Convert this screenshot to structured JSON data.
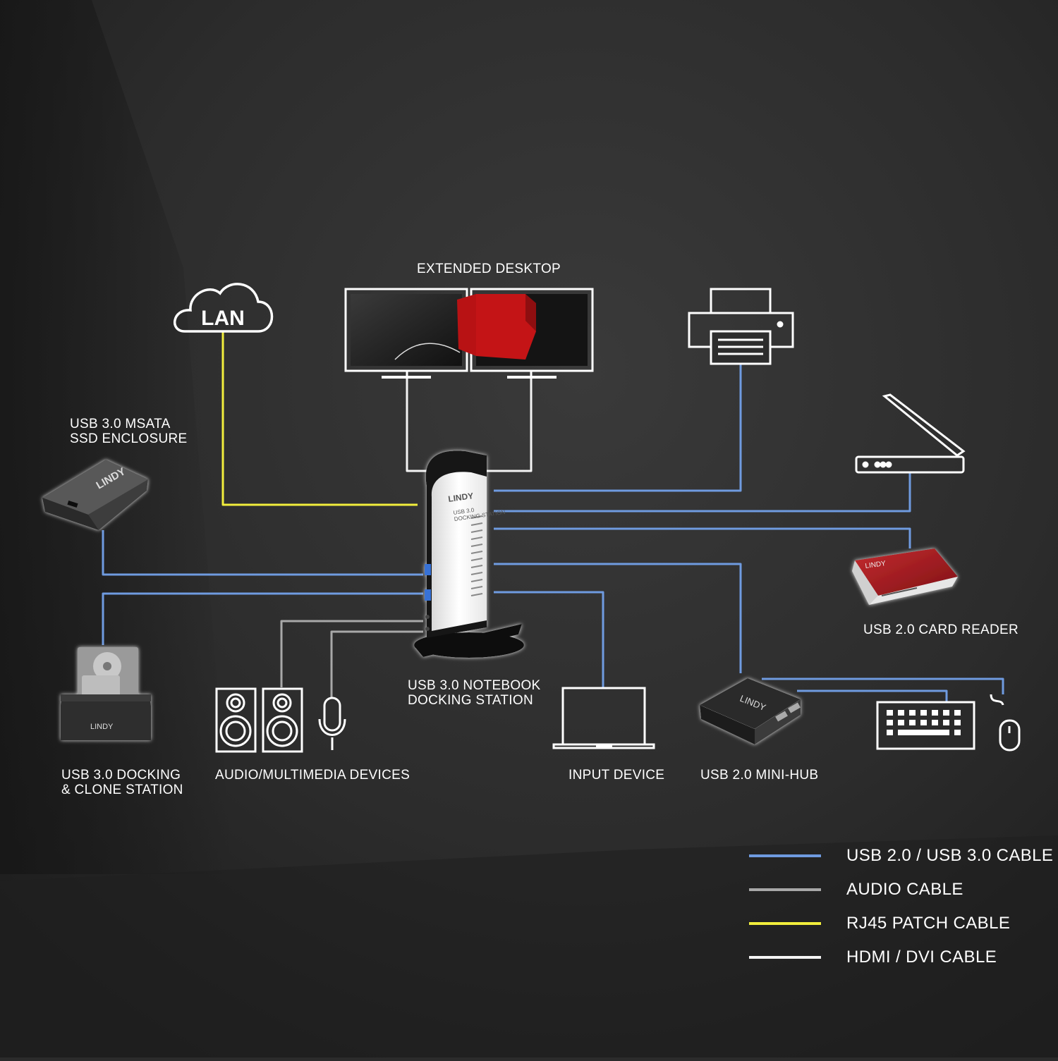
{
  "colors": {
    "usb": "#6f9be0",
    "audio": "#a8a8a8",
    "rj45": "#f2ee3c",
    "hdmi": "#f4f4f4",
    "background": "#2b2b2b",
    "card_reader": "#a81f23",
    "monitor_cube": "#c41416"
  },
  "labels": {
    "extended_desktop": "EXTENDED DESKTOP",
    "lan": "LAN",
    "msata": "USB 3.0 MSATA\nSSD ENCLOSURE",
    "card_reader": "USB 2.0 CARD READER",
    "docking_clone": "USB 3.0 DOCKING\n& CLONE STATION",
    "audio_devices": "AUDIO/MULTIMEDIA DEVICES",
    "notebook_dock": "USB 3.0 NOTEBOOK\nDOCKING STATION",
    "input_device": "INPUT DEVICE",
    "mini_hub": "USB 2.0 MINI-HUB"
  },
  "brand": {
    "logo": "LINDY",
    "dock_print": "USB 3.0\nDOCKING STATION"
  },
  "legend": [
    {
      "key": "usb",
      "label": "USB 2.0 / USB 3.0 CABLE"
    },
    {
      "key": "audio",
      "label": "AUDIO CABLE"
    },
    {
      "key": "rj45",
      "label": "RJ45 PATCH CABLE"
    },
    {
      "key": "hdmi",
      "label": "HDMI / DVI CABLE"
    }
  ],
  "icons": [
    "cloud-icon",
    "monitor-icon",
    "printer-icon",
    "scanner-icon",
    "speaker-icon",
    "microphone-icon",
    "laptop-icon",
    "keyboard-icon",
    "mouse-icon"
  ]
}
